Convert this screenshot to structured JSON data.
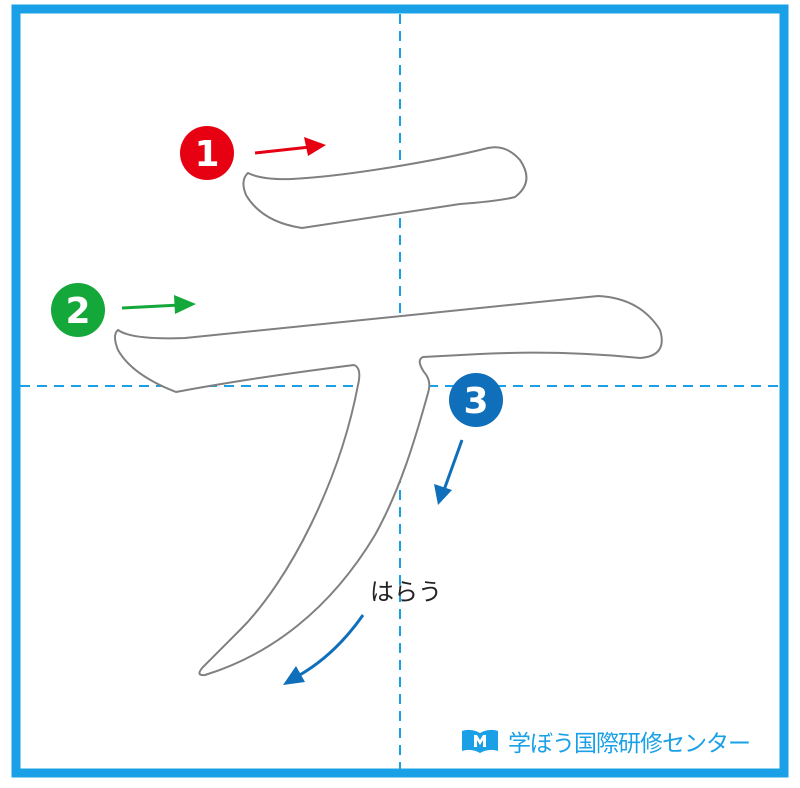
{
  "character": "テ",
  "strokes": [
    {
      "number": "1",
      "color": "#e60012",
      "direction": "right"
    },
    {
      "number": "2",
      "color": "#14a83b",
      "direction": "right"
    },
    {
      "number": "3",
      "color": "#0f6fba",
      "direction": "down-left"
    }
  ],
  "annotation": "はらう",
  "logo": {
    "text": "学ぼう国際研修センター",
    "icon": "open-book-icon",
    "color": "#1aa0e6"
  },
  "colors": {
    "frame": "#1aa0e6",
    "guide": "#1aa0e6",
    "outline": "#808080"
  }
}
